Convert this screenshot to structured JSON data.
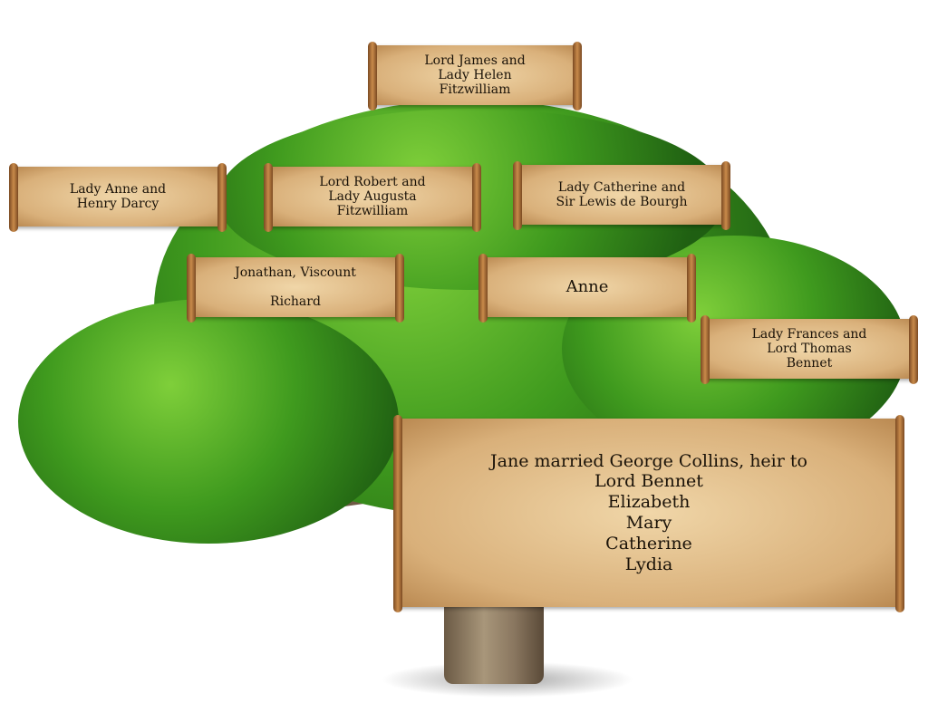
{
  "family_tree": {
    "nodes": [
      {
        "id": "james",
        "text": "Lord James and\nLady Helen\nFitzwilliam"
      },
      {
        "id": "anne_henry",
        "text": "Lady Anne and\nHenry Darcy"
      },
      {
        "id": "robert",
        "text": "Lord Robert and\nLady Augusta\nFitzwilliam"
      },
      {
        "id": "catherine",
        "text": "Lady Catherine and\nSir Lewis de Bourgh"
      },
      {
        "id": "jonathan",
        "text": "Jonathan, Viscount\n\nRichard"
      },
      {
        "id": "anne",
        "text": "Anne"
      },
      {
        "id": "frances",
        "text": "Lady Frances and\nLord Thomas\nBennet"
      },
      {
        "id": "bennet_children",
        "text": "Jane married George Collins, heir to\nLord Bennet\nElizabeth\nMary\nCatherine\nLydia"
      }
    ]
  }
}
